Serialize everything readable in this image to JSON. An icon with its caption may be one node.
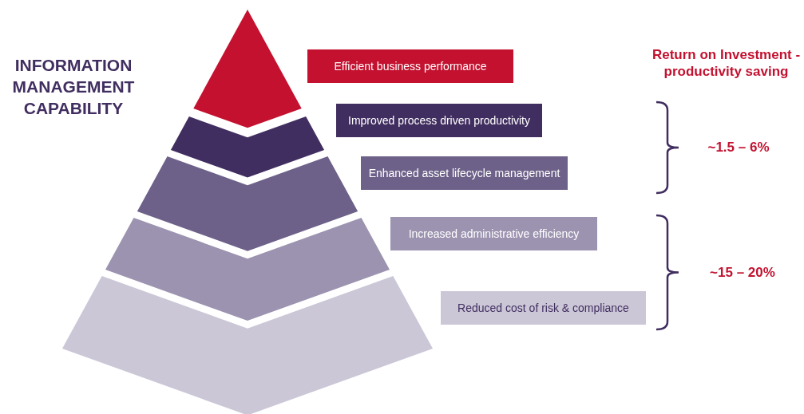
{
  "diagram": {
    "nodes": [
      {
        "text": [
          "Efficient business performance"
        ]
      },
      {
        "text": [
          "Improved process driven productivity"
        ]
      },
      {
        "text": [
          "Enhanced asset lifecycle management"
        ]
      },
      {
        "text": [
          "Increased administrative efficiency"
        ]
      },
      {
        "text": [
          "Reduced cost of risk & compliance"
        ]
      }
    ],
    "labels": [
      "INFORMATION MANAGEMENT CAPABILITY",
      "Return on Investment - productivity saving",
      "~1.5 – 6%",
      "~15 – 20%"
    ]
  }
}
